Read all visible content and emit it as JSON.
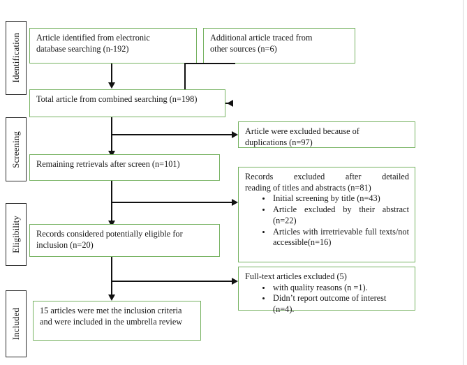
{
  "diagram": {
    "type": "prisma-flow-diagram",
    "accent_box_border": "#76b261",
    "label_box_border": "#2b2b2b",
    "connector_color": "#111111",
    "background": "#ffffff"
  },
  "stages": [
    {
      "label": "Identification"
    },
    {
      "label": "Screening"
    },
    {
      "label": "Eligibility"
    },
    {
      "label": "Included"
    }
  ],
  "boxes": {
    "database_search": {
      "line1": "Article identified from electronic",
      "line2": "database searching (n-192)"
    },
    "other_sources": {
      "line1": "Additional article traced from",
      "line2": "other sources (n=6)"
    },
    "combined": {
      "line1": "Total article from combined searching (n=198)"
    },
    "duplicates_excluded": {
      "line1": "Article were excluded because of",
      "line2": "duplications (n=97)"
    },
    "after_screen": {
      "line1": "Remaining retrievals after screen (n=101)"
    },
    "records_excluded": {
      "lead1": "Records excluded after detailed",
      "lead2": "reading of titles and abstracts (n=81)",
      "bullets": [
        "Initial screening by title (n=43)",
        "Article excluded by their abstract (n=22)",
        "Articles with irretrievable full texts/not accessible(n=16)"
      ]
    },
    "eligible": {
      "line1": "Records considered potentially eligible for",
      "line2": "inclusion (n=20)"
    },
    "fulltext_excluded": {
      "lead1": "Full-text articles excluded (5)",
      "bullets": [
        "with quality reasons (n =1).",
        "Didn’t report outcome of interest (n=4)."
      ]
    },
    "included": {
      "line1": "15 articles were met the inclusion criteria",
      "line2": "and were included in the umbrella review"
    }
  },
  "chart_data": {
    "type": "diagram",
    "title": "PRISMA flow diagram",
    "nodes": [
      {
        "id": "database_search",
        "stage": "Identification",
        "n": 192
      },
      {
        "id": "other_sources",
        "stage": "Identification",
        "n": 6
      },
      {
        "id": "combined",
        "stage": "Identification",
        "n": 198
      },
      {
        "id": "duplicates_excluded",
        "stage": "Screening",
        "n": 97
      },
      {
        "id": "after_screen",
        "stage": "Screening",
        "n": 101
      },
      {
        "id": "records_excluded",
        "stage": "Eligibility",
        "n": 81
      },
      {
        "id": "eligible",
        "stage": "Eligibility",
        "n": 20
      },
      {
        "id": "fulltext_excluded",
        "stage": "Included",
        "n": 5
      },
      {
        "id": "included",
        "stage": "Included",
        "n": 15
      }
    ]
  }
}
